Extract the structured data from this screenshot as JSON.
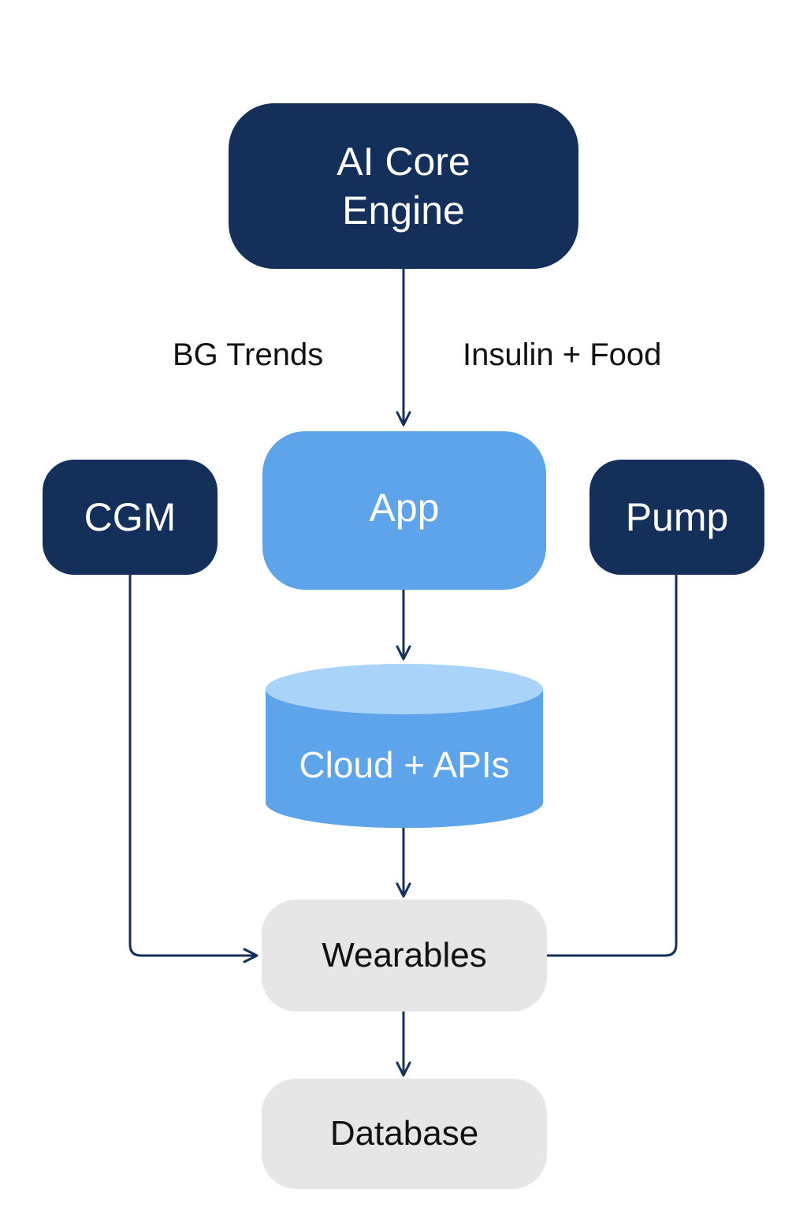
{
  "diagram": {
    "nodes": {
      "ai_core": {
        "line1": "AI Core",
        "line2": "Engine"
      },
      "cgm": {
        "label": "CGM"
      },
      "app": {
        "label": "App"
      },
      "pump": {
        "label": "Pump"
      },
      "cloud": {
        "label": "Cloud + APIs"
      },
      "wearables": {
        "label": "Wearables"
      },
      "database": {
        "label": "Database"
      }
    },
    "edge_labels": {
      "bg_trends": "BG Trends",
      "insulin_food": "Insulin + Food"
    },
    "edges": [
      {
        "from": "AI Core Engine",
        "to": "App"
      },
      {
        "from": "App",
        "to": "Cloud + APIs"
      },
      {
        "from": "Cloud + APIs",
        "to": "Wearables"
      },
      {
        "from": "CGM",
        "to": "Wearables"
      },
      {
        "from": "Pump",
        "to": "Wearables"
      },
      {
        "from": "Wearables",
        "to": "Database"
      }
    ],
    "colors": {
      "dark_node": "#132f5a",
      "light_node": "#5ea4ea",
      "cloud_top": "#a9d3f8",
      "grey_node": "#e6e6e6",
      "connector": "#132f5a"
    }
  }
}
